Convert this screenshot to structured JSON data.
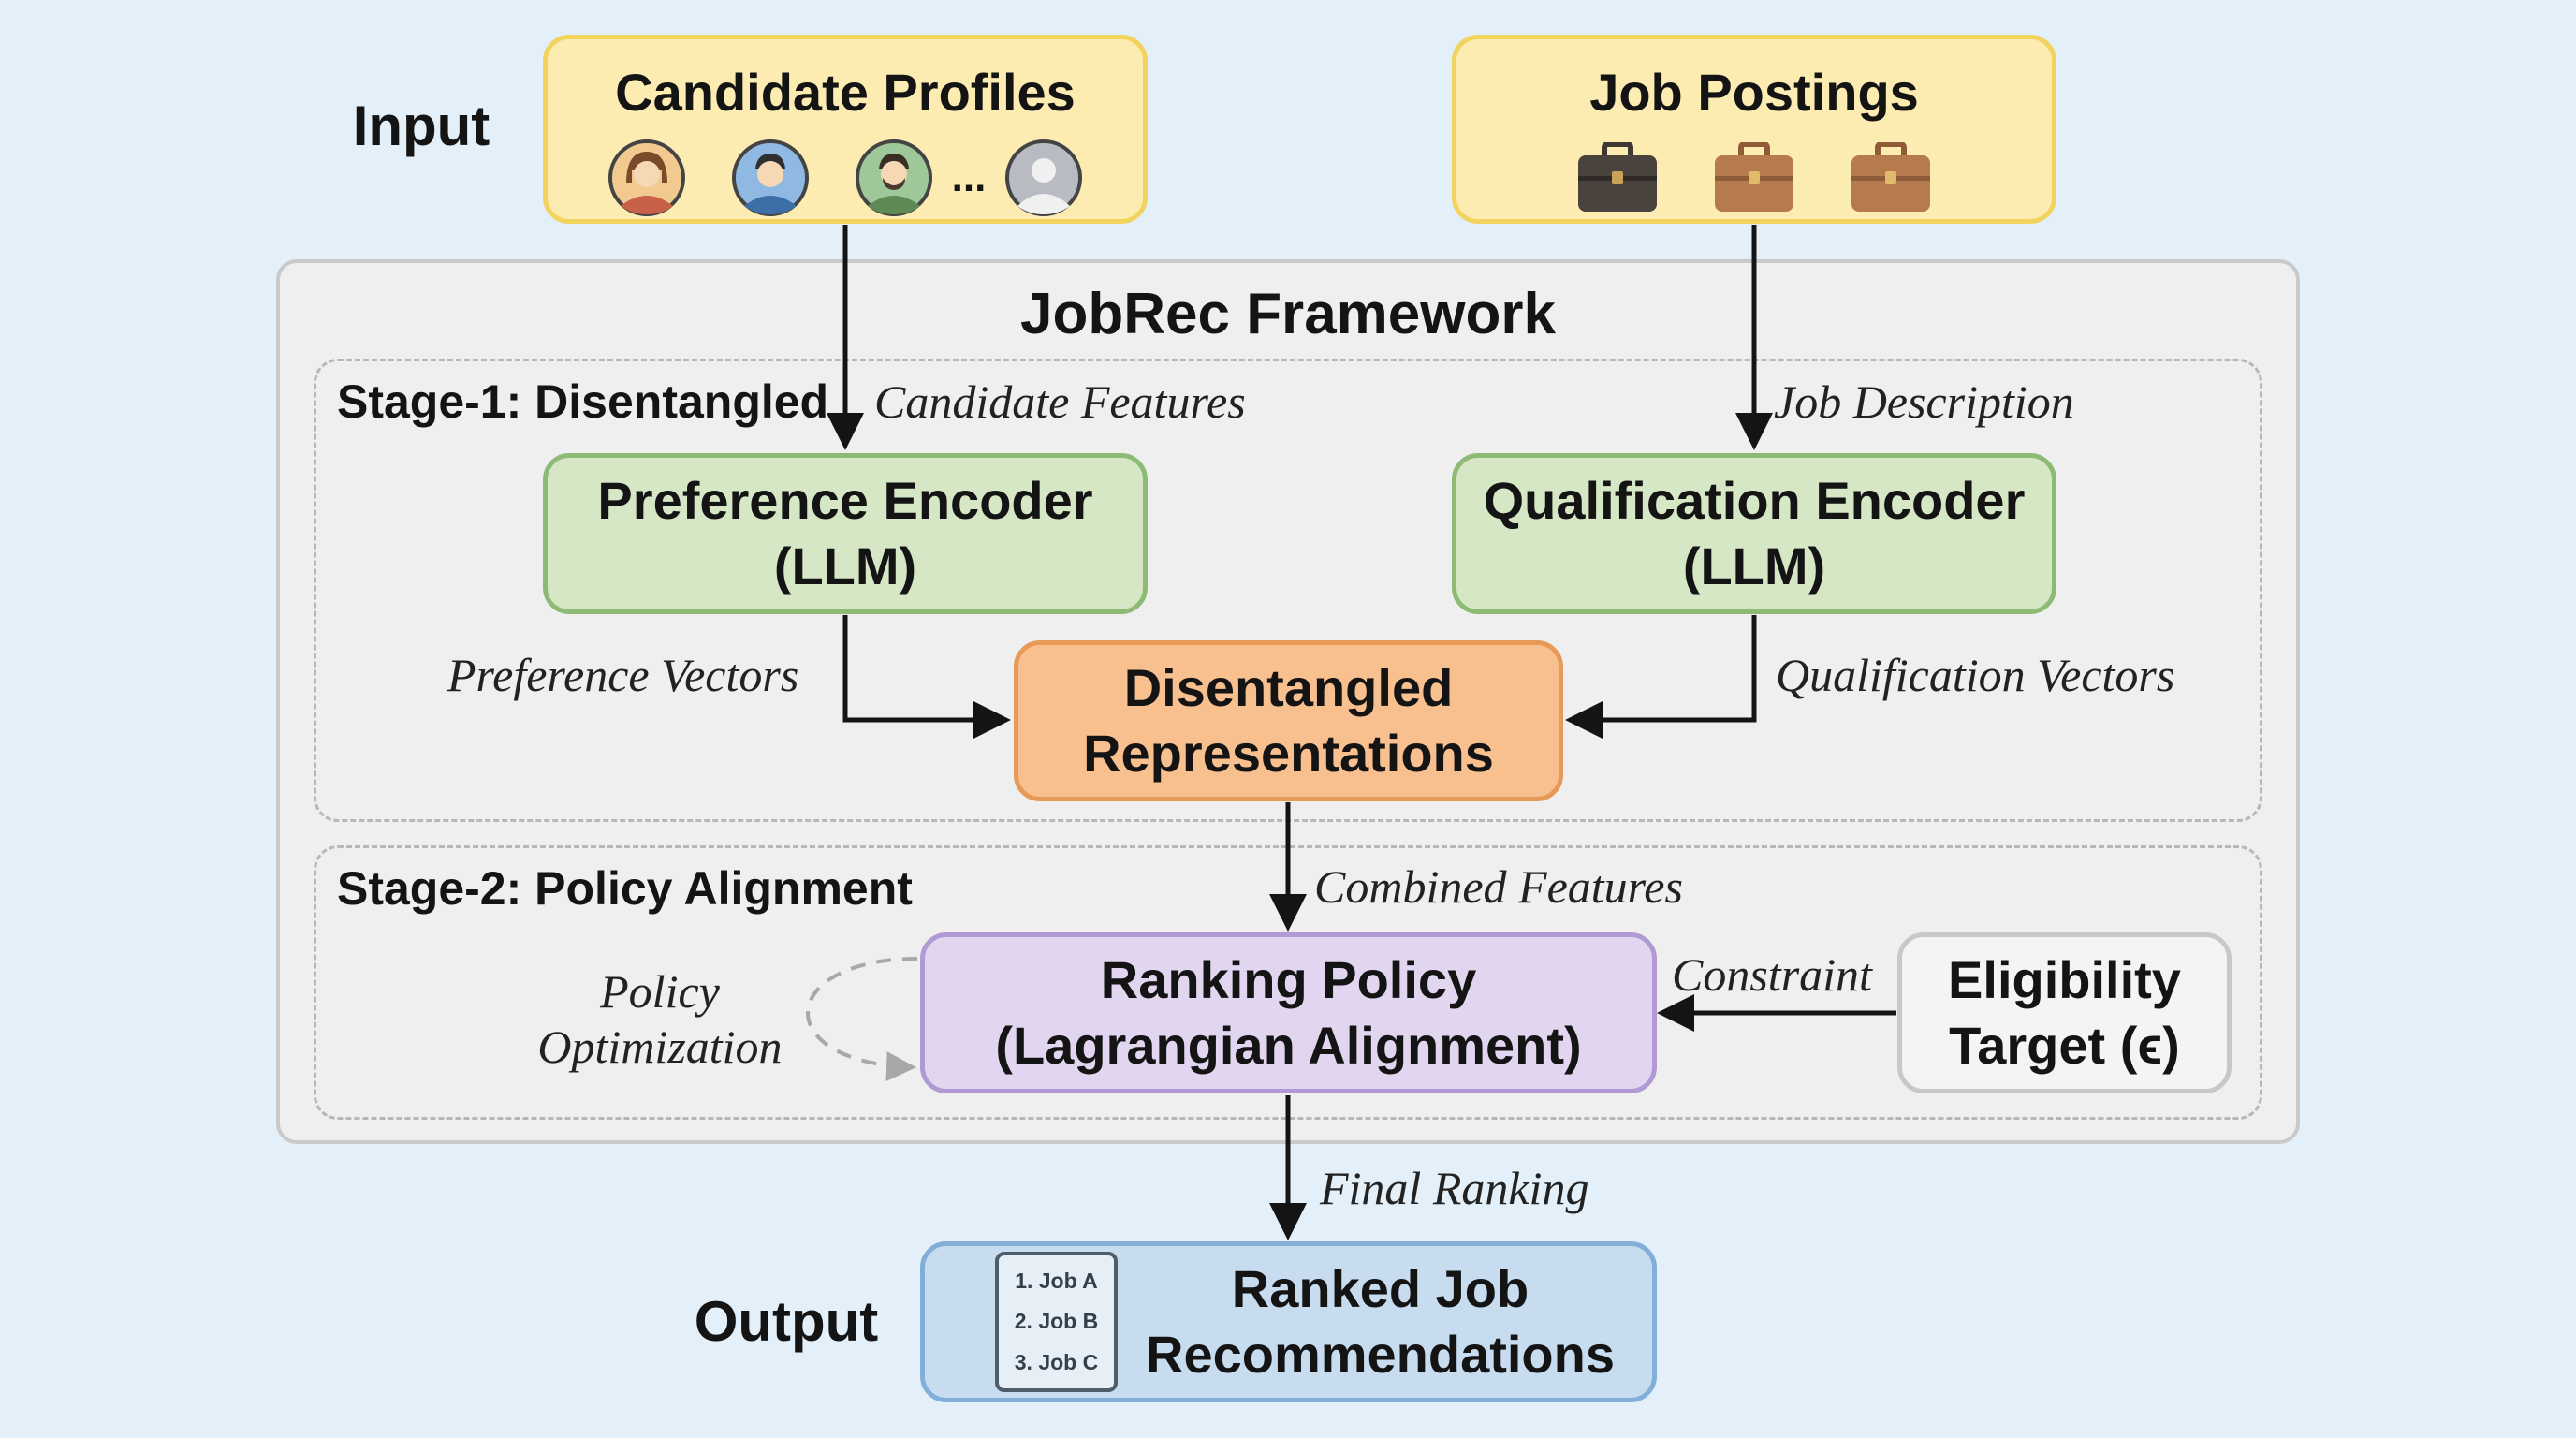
{
  "side_labels": {
    "input": "Input",
    "output": "Output"
  },
  "inputs": {
    "candidates": {
      "title": "Candidate Profiles",
      "ellipsis": "..."
    },
    "jobs": {
      "title": "Job Postings"
    }
  },
  "framework": {
    "title": "JobRec Framework",
    "stage1": {
      "title": "Stage-1: Disentangled"
    },
    "stage2": {
      "title": "Stage-2: Policy Alignment"
    }
  },
  "nodes": {
    "preference_encoder": {
      "line1": "Preference Encoder",
      "line2": "(LLM)"
    },
    "qualification_encoder": {
      "line1": "Qualification Encoder",
      "line2": "(LLM)"
    },
    "disentangled": {
      "line1": "Disentangled",
      "line2": "Representations"
    },
    "ranking_policy": {
      "line1": "Ranking Policy",
      "line2": "(Lagrangian Alignment)"
    },
    "eligibility": {
      "line1": "Eligibility",
      "line2": "Target (ϵ)"
    },
    "output": {
      "line1": "Ranked Job",
      "line2": "Recommendations"
    }
  },
  "output_list": [
    "1. Job A",
    "2. Job B",
    "3. Job C"
  ],
  "edge_labels": {
    "candidate_features": "Candidate Features",
    "job_description": "Job Description",
    "preference_vectors": "Preference Vectors",
    "qualification_vectors": "Qualification Vectors",
    "combined_features": "Combined Features",
    "constraint": "Constraint",
    "policy_optimization_1": "Policy",
    "policy_optimization_2": "Optimization",
    "final_ranking": "Final Ranking"
  },
  "icons": {
    "avatars": [
      "avatar-woman-icon",
      "avatar-man-icon",
      "avatar-man-beard-icon",
      "avatar-generic-icon"
    ],
    "briefcases": [
      "briefcase-dark-icon",
      "briefcase-brown-icon",
      "briefcase-brown-icon"
    ],
    "list": "ranked-list-icon"
  },
  "colors": {
    "background": "#e3f0f9",
    "input_fill": "#fcecb2",
    "encoder_fill": "#d6e7c6",
    "disentangled_fill": "#f9c08f",
    "ranking_fill": "#e1d5ef",
    "output_fill": "#c8dcf0"
  }
}
